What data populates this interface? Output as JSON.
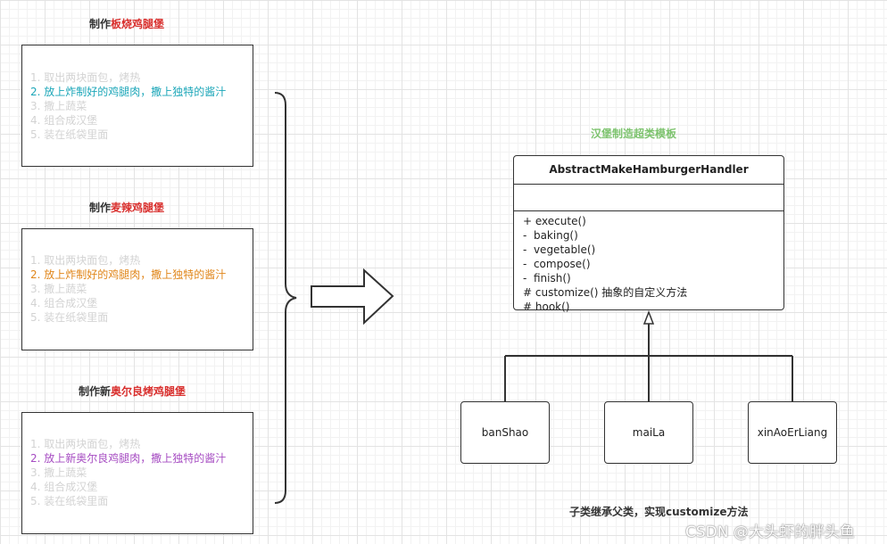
{
  "left_sections": [
    {
      "title_prefix": "制作",
      "title_highlight": "板烧鸡腿堡",
      "steps": [
        "1. 取出两块面包，烤热",
        "2. 放上炸制好的鸡腿肉，撒上独特的酱汁",
        "3. 撒上蔬菜",
        "4. 组合成汉堡",
        "5. 装在纸袋里面"
      ],
      "active_color": "#1ba6b8"
    },
    {
      "title_prefix": "制作",
      "title_highlight": "麦辣鸡腿堡",
      "steps": [
        "1. 取出两块面包，烤热",
        "2. 放上炸制好的鸡腿肉，撒上独特的酱汁",
        "3. 撒上蔬菜",
        "4. 组合成汉堡",
        "5. 装在纸袋里面"
      ],
      "active_color": "#e0861a"
    },
    {
      "title_prefix": "制作新",
      "title_highlight": "奥尔良烤鸡腿堡",
      "steps": [
        "1. 取出两块面包，烤热",
        "2. 放上新奥尔良鸡腿肉，撒上独特的酱汁",
        "3. 撒上蔬菜",
        "4. 组合成汉堡",
        "5. 装在纸袋里面"
      ],
      "active_color": "#a64cc2"
    }
  ],
  "template_label": "汉堡制造超类模板",
  "uml_class": {
    "name": "AbstractMakeHamburgerHandler",
    "methods": [
      "+ execute()",
      "-  baking()",
      "-  vegetable()",
      "-  compose()",
      "-  finish()",
      "# customize() 抽象的自定义方法",
      "# hook()"
    ]
  },
  "subclasses": [
    "banShao",
    "maiLa",
    "xinAoErLiang"
  ],
  "bottom_note": "子类继承父类，实现customize方法",
  "watermark": "CSDN @大头虾的胖头鱼",
  "colors": {
    "template_label": "#7dc36e",
    "highlight": "#d9302e",
    "inactive_step": "#d3d3d3",
    "stroke": "#333333"
  }
}
